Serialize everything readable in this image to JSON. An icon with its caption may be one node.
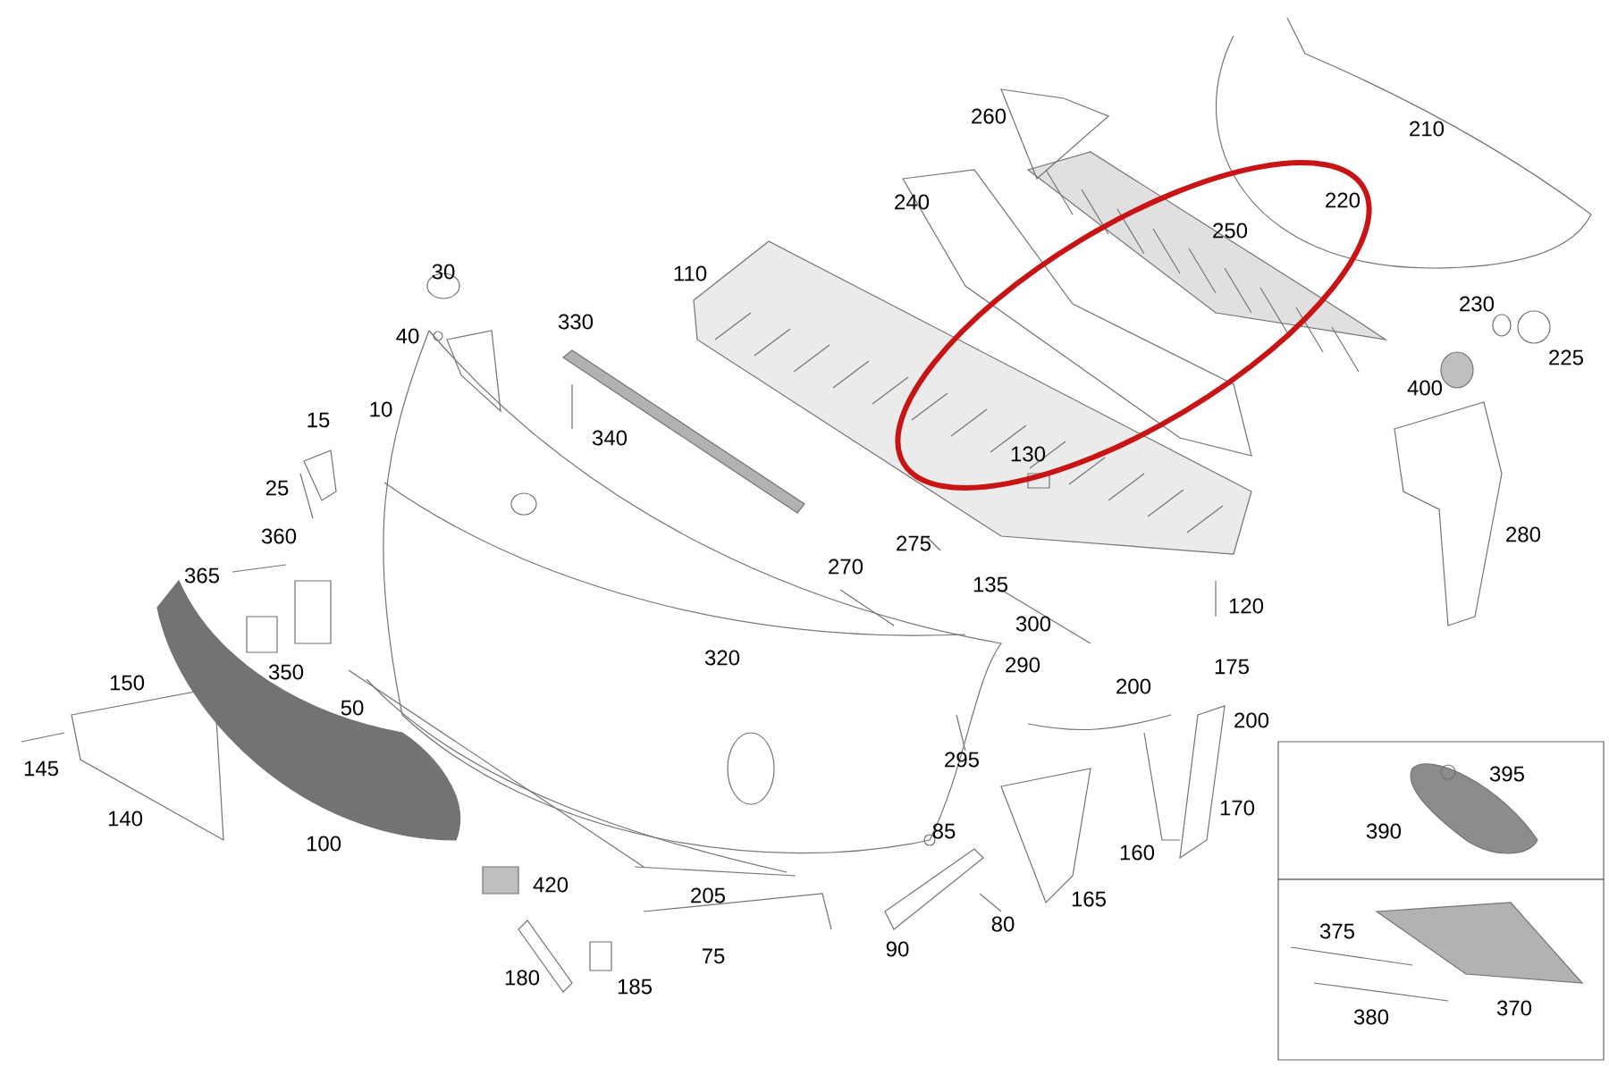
{
  "diagram": {
    "labels": [
      "210",
      "260",
      "240",
      "110",
      "250",
      "220",
      "30",
      "330",
      "230",
      "40",
      "225",
      "400",
      "10",
      "15",
      "340",
      "130",
      "25",
      "360",
      "280",
      "275",
      "365",
      "270",
      "135",
      "120",
      "300",
      "320",
      "290",
      "175",
      "350",
      "150",
      "200",
      "50",
      "200",
      "395",
      "145",
      "295",
      "170",
      "140",
      "85",
      "390",
      "160",
      "100",
      "420",
      "205",
      "165",
      "80",
      "375",
      "90",
      "75",
      "180",
      "185",
      "370",
      "380"
    ]
  }
}
